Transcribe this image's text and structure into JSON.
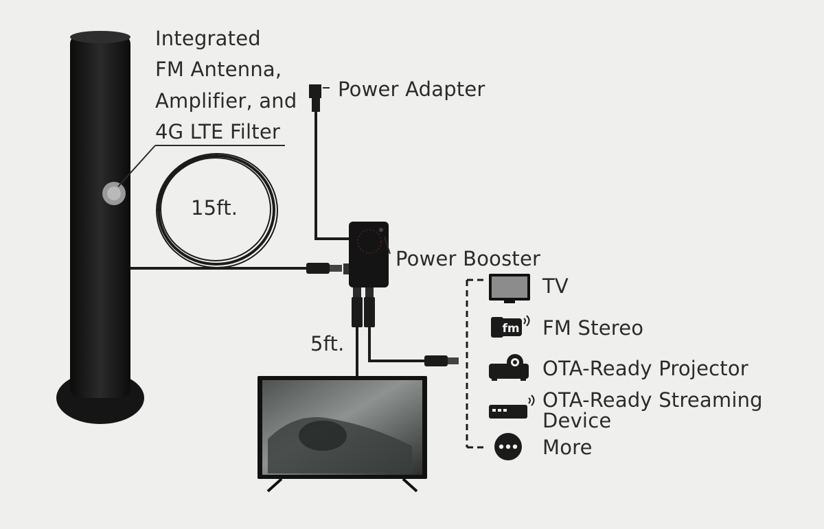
{
  "labels": {
    "antenna_line1": "Integrated",
    "antenna_line2": "FM Antenna,",
    "antenna_line3": "Amplifier, and",
    "antenna_line4": "4G LTE Filter",
    "power_adapter": "Power Adapter",
    "power_booster": "Power Booster",
    "cable_long": "15ft.",
    "cable_short": "5ft."
  },
  "devices": [
    {
      "icon": "tv-icon",
      "label": "TV"
    },
    {
      "icon": "fm-radio-icon",
      "label": "FM Stereo"
    },
    {
      "icon": "projector-icon",
      "label": "OTA-Ready Projector"
    },
    {
      "icon": "streaming-device-icon",
      "label_line1": "OTA-Ready Streaming",
      "label_line2": "Device"
    },
    {
      "icon": "more-icon",
      "label": "More"
    }
  ],
  "colors": {
    "background": "#efefed",
    "device": "#1d1d1d",
    "text": "#2b2b2b",
    "screen": "#8a8d8c"
  }
}
